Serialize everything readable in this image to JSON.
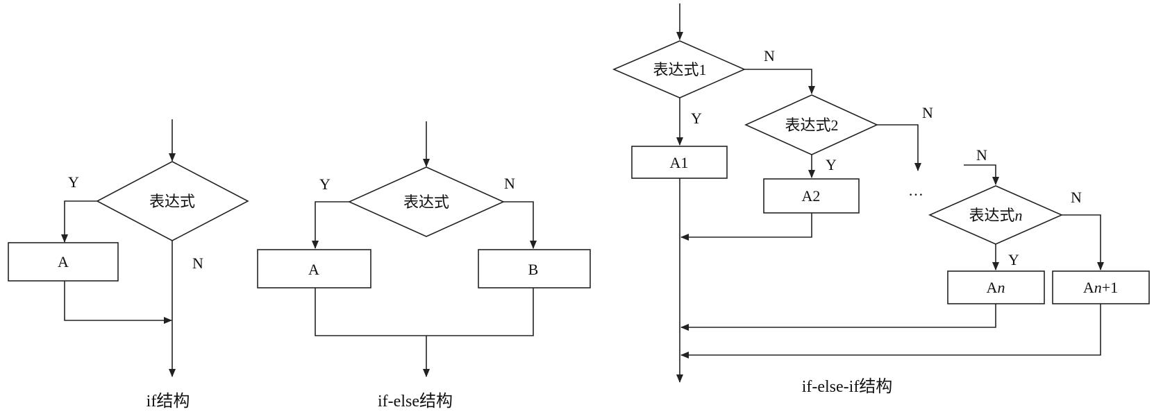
{
  "if": {
    "condition": "表达式",
    "yes_label": "Y",
    "no_label": "N",
    "action": "A",
    "caption": "if结构"
  },
  "if_else": {
    "condition": "表达式",
    "yes_label": "Y",
    "no_label": "N",
    "action_true": "A",
    "action_false": "B",
    "caption": "if-else结构"
  },
  "if_else_if": {
    "conditions": [
      "表达式1",
      "表达式2",
      "表达式n"
    ],
    "actions": [
      "A1",
      "A2",
      "An",
      "An+1"
    ],
    "yes_label": "Y",
    "no_label": "N",
    "ellipsis": "…",
    "caption": "if-else-if结构"
  }
}
